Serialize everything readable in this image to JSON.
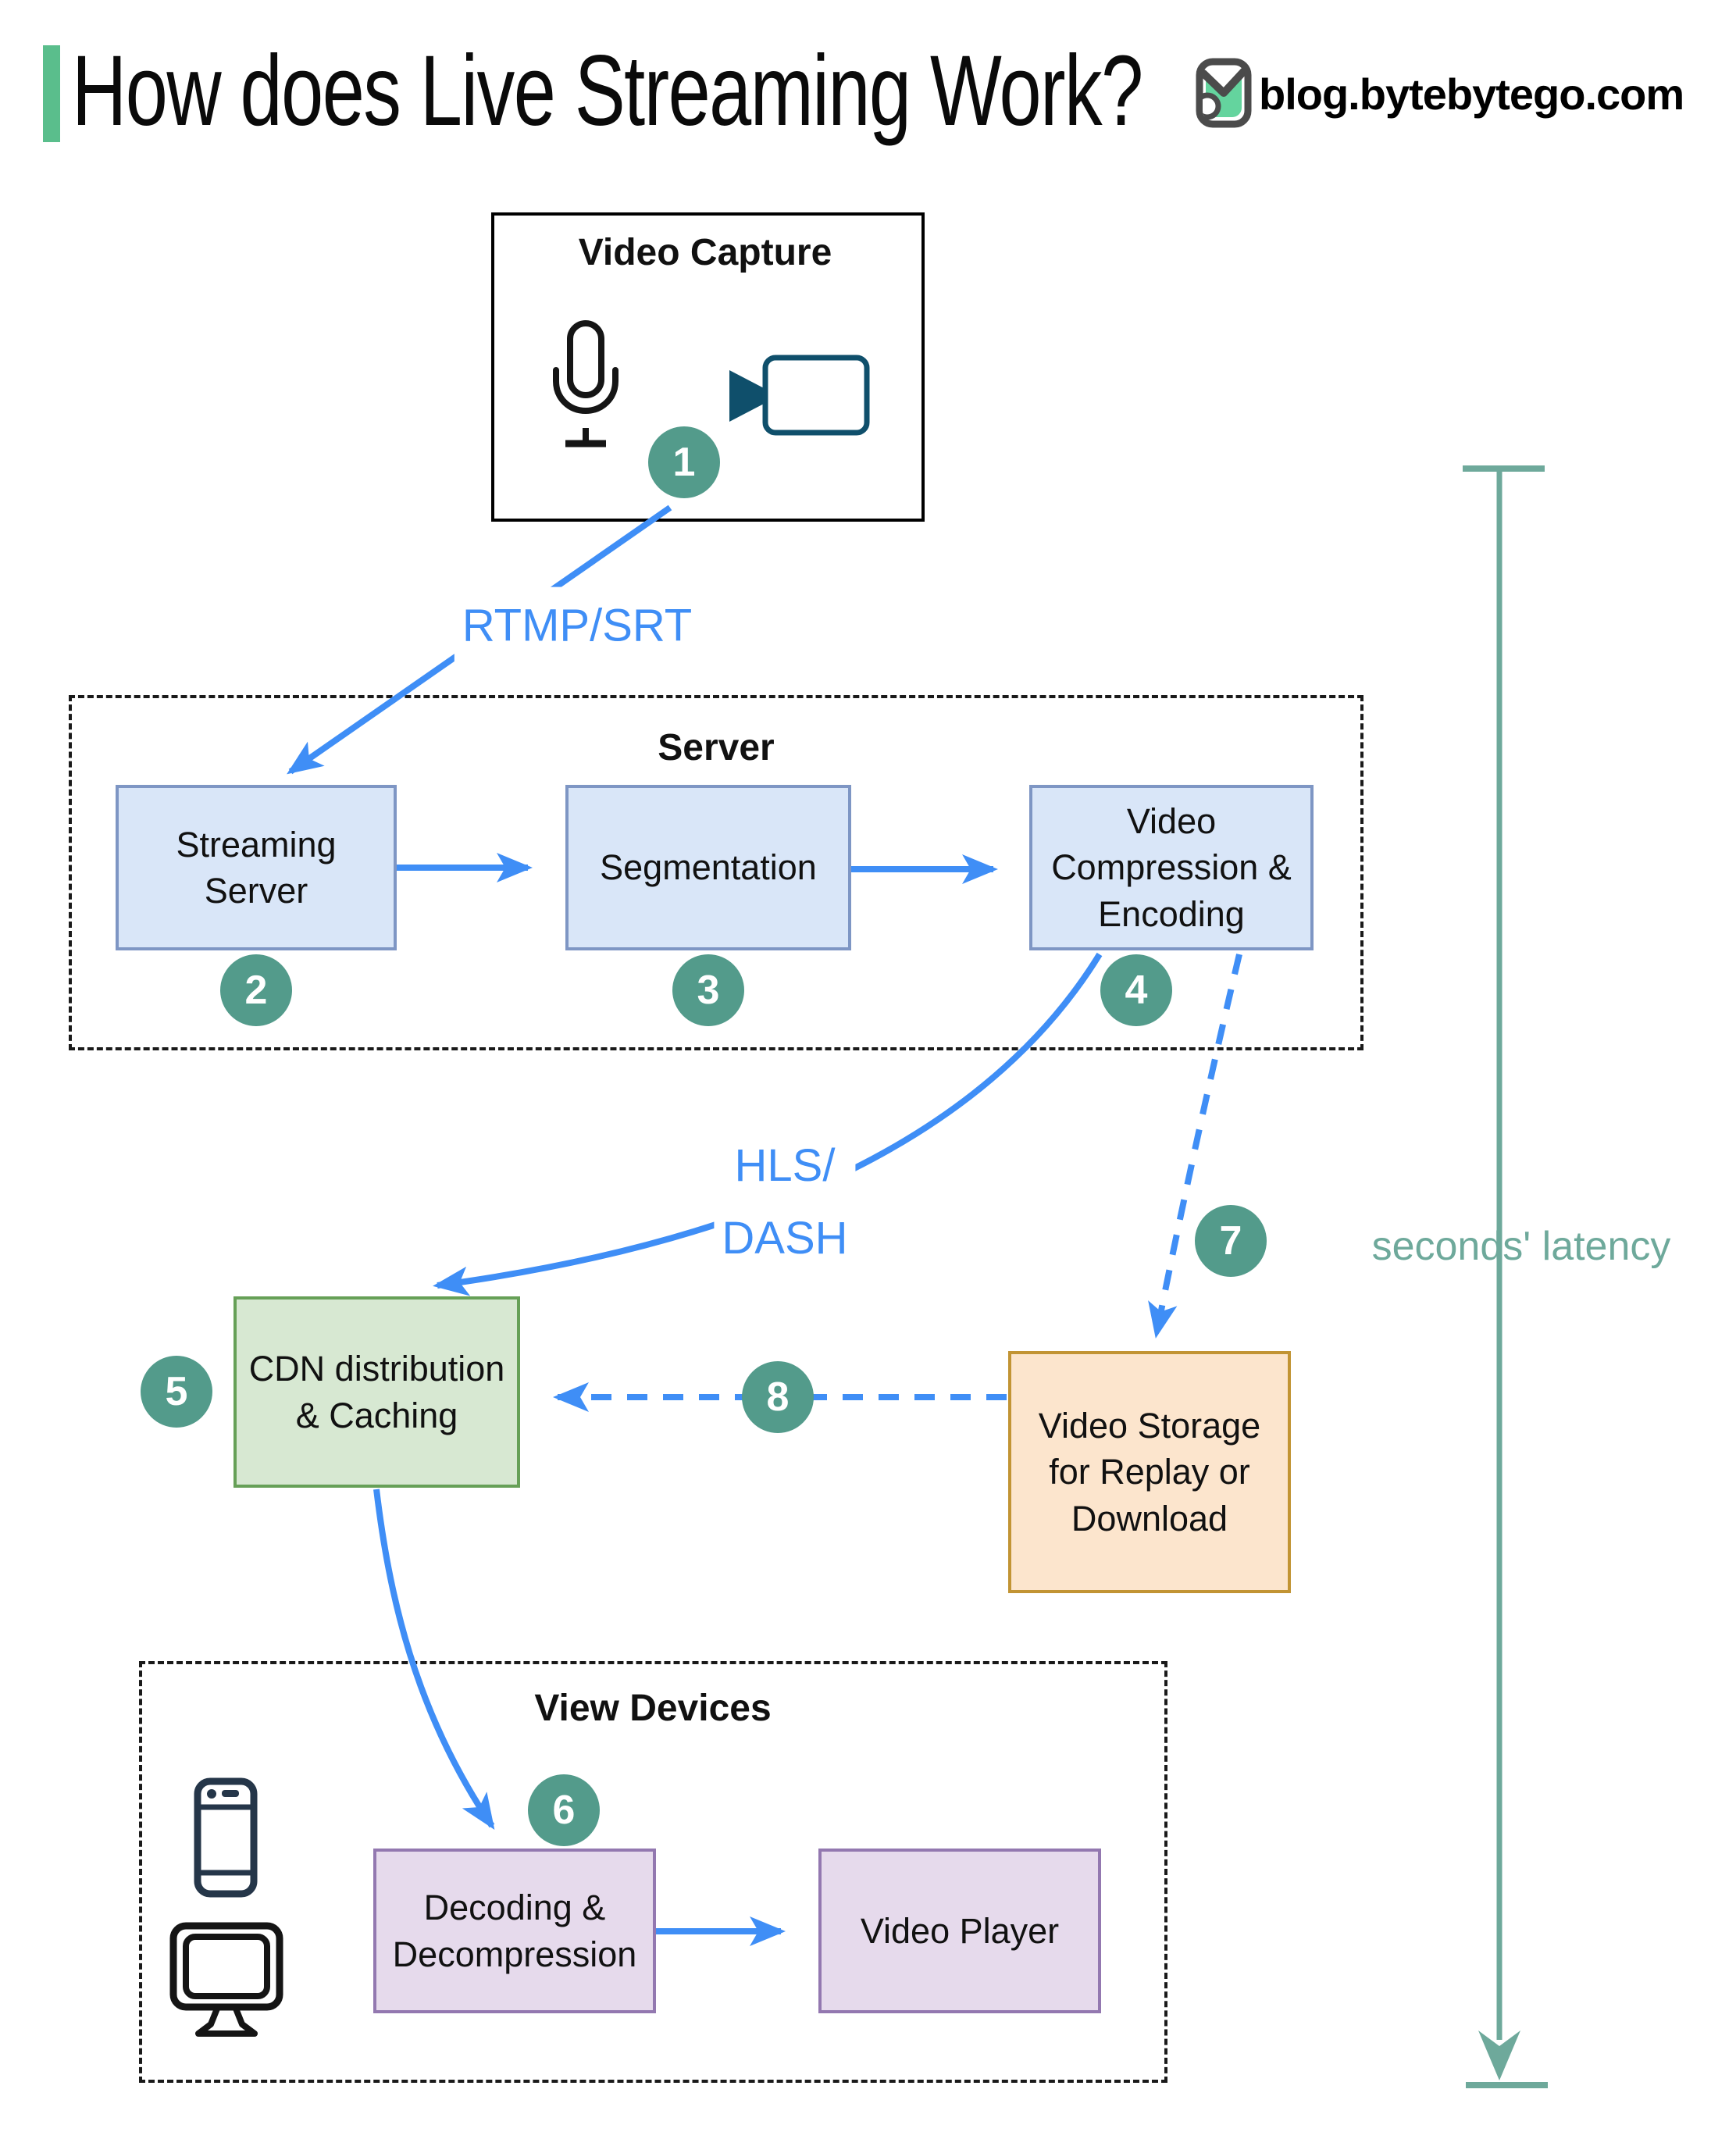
{
  "header": {
    "title": "How does Live Streaming Work?",
    "brand_domain": "blog.bytebytego.com"
  },
  "groups": {
    "video_capture": {
      "title": "Video Capture",
      "step": "1",
      "icons": [
        "microphone-icon",
        "video-camera-icon"
      ]
    },
    "server": {
      "title": "Server"
    },
    "view_devices": {
      "title": "View Devices",
      "icons": [
        "smartphone-icon",
        "desktop-monitor-icon"
      ]
    }
  },
  "nodes": {
    "streaming_server": {
      "label": "Streaming\nServer",
      "step": "2"
    },
    "segmentation": {
      "label": "Segmentation",
      "step": "3"
    },
    "video_compression": {
      "label": "Video\nCompression &\nEncoding",
      "step": "4"
    },
    "cdn": {
      "label": "CDN distribution\n& Caching",
      "step": "5"
    },
    "video_storage": {
      "label": "Video Storage\nfor Replay or\nDownload",
      "step": "7"
    },
    "decoding": {
      "label": "Decoding &\nDecompression",
      "step": "6"
    },
    "video_player": {
      "label": "Video Player"
    }
  },
  "edges": {
    "capture_to_server": {
      "label": "RTMP/SRT"
    },
    "compression_to_cdn": {
      "label": "HLS/\nDASH"
    },
    "storage_to_cdn": {
      "step": "8"
    }
  },
  "annotations": {
    "latency": "seconds' latency"
  },
  "colors": {
    "accent_green": "#5ABE8C",
    "arrow_blue": "#3F8EF6",
    "step_teal": "#539B8B",
    "latency_teal": "#6EA99B",
    "box_blue_fill": "#D9E6F8",
    "box_blue_border": "#7E96C4",
    "box_green_fill": "#D7E8D2",
    "box_green_border": "#66A057",
    "box_orange_fill": "#FCE5CD",
    "box_orange_border": "#C29434",
    "box_purple_fill": "#E6DAEC",
    "box_purple_border": "#9378B0",
    "icon_navy": "#253649",
    "icon_camera": "#0F4F6B",
    "logo_green": "#64D49E",
    "logo_gray": "#4B4B4B"
  }
}
